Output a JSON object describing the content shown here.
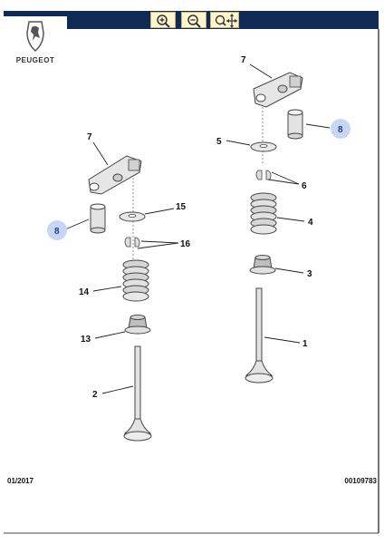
{
  "brand": {
    "name": "PEUGEOT"
  },
  "toolbar": {
    "buttons": [
      {
        "icon": "zoom-in-icon"
      },
      {
        "icon": "zoom-out-icon"
      },
      {
        "icon": "pan-icon"
      }
    ]
  },
  "diagram": {
    "callouts": {
      "c1": "1",
      "c2": "2",
      "c3": "3",
      "c4": "4",
      "c5": "5",
      "c6": "6",
      "c7a": "7",
      "c7b": "7",
      "c8a": "8",
      "c8b": "8",
      "c13": "13",
      "c14": "14",
      "c15": "15",
      "c16": "16"
    }
  },
  "footer": {
    "date": "01/2017",
    "reference": "00109783"
  },
  "colors": {
    "toolbar": "#0f2a55",
    "highlight": "#c7d6f2",
    "part_fill": "#e6e6e6",
    "part_stroke": "#444444"
  }
}
